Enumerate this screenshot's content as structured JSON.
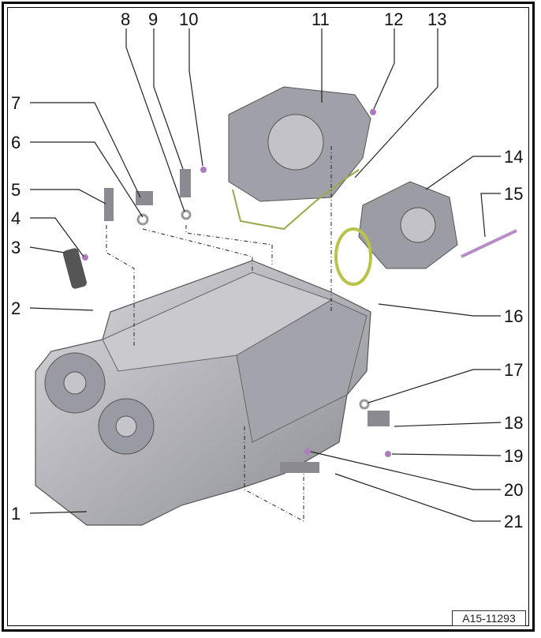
{
  "diagram": {
    "part_labels": [
      "1",
      "2",
      "3",
      "4",
      "5",
      "6",
      "7",
      "8",
      "9",
      "10",
      "11",
      "12",
      "13",
      "14",
      "15",
      "16",
      "17",
      "18",
      "19",
      "20",
      "21"
    ],
    "reference": "A15-11293"
  }
}
